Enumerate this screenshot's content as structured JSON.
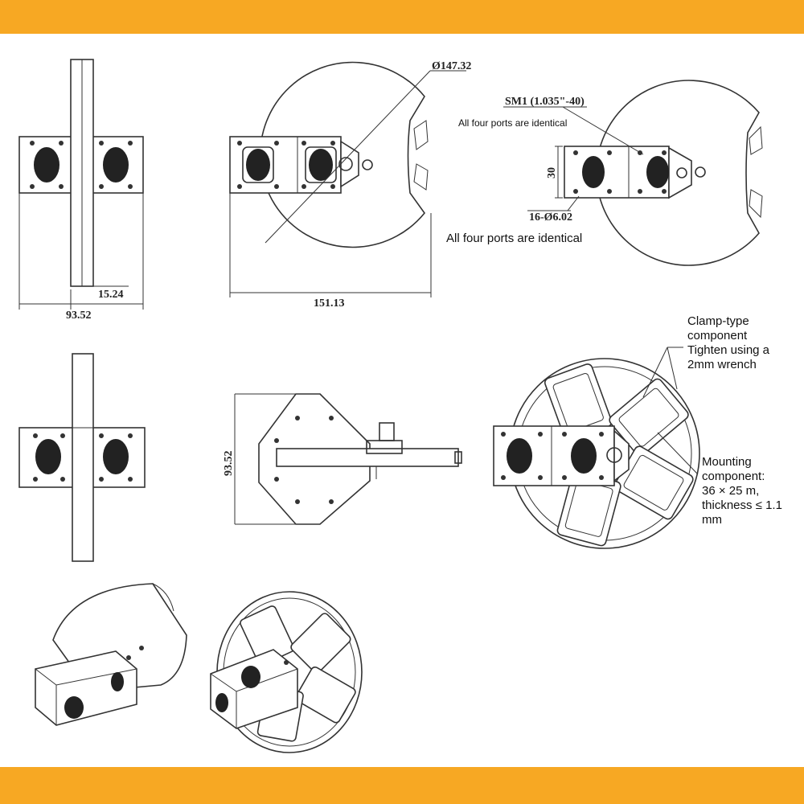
{
  "colors": {
    "border": "#F7A823",
    "paper": "#FFFFFF",
    "ink": "#333333"
  },
  "dims": {
    "diameter": "Ø147.32",
    "thread": "SM1 (1.035\"-40)",
    "height_30": "30",
    "holes": "16-Ø6.02",
    "d15": "15.24",
    "d93_top": "93.52",
    "d151": "151.13",
    "d93_side": "93.52"
  },
  "notes": {
    "ports_small": "All four ports are identical",
    "ports_large": "All four ports are identical",
    "clamp": [
      "Clamp-type",
      "component",
      "Tighten using a",
      "2mm wrench"
    ],
    "mounting": [
      "Mounting",
      "component:",
      "36 × 25 m,",
      "thickness ≤ 1.1",
      "mm"
    ]
  }
}
